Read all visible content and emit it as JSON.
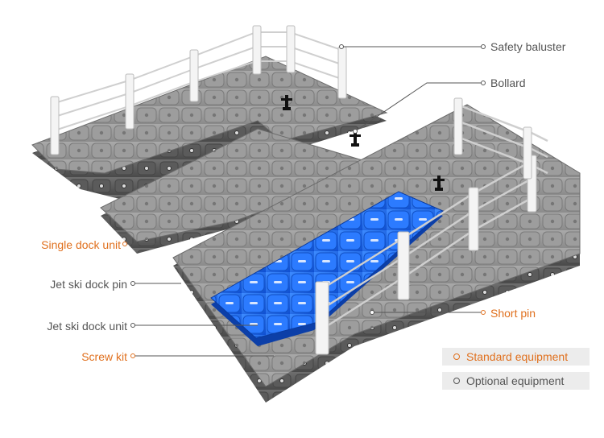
{
  "labels": {
    "safety_baluster": "Safety baluster",
    "bollard": "Bollard",
    "single_dock_unit": "Single dock unit",
    "jet_ski_dock_pin": "Jet ski dock pin",
    "jet_ski_dock_unit": "Jet ski dock unit",
    "screw_kit": "Screw kit",
    "short_pin": "Short pin"
  },
  "legend": {
    "standard": "Standard equipment",
    "optional": "Optional equipment"
  },
  "colors": {
    "standard": "#e0701e",
    "optional": "#555555",
    "dock_gray": "#8f8f8f",
    "dock_blue": "#1a66e6",
    "rail_white": "#f2f2f2"
  }
}
